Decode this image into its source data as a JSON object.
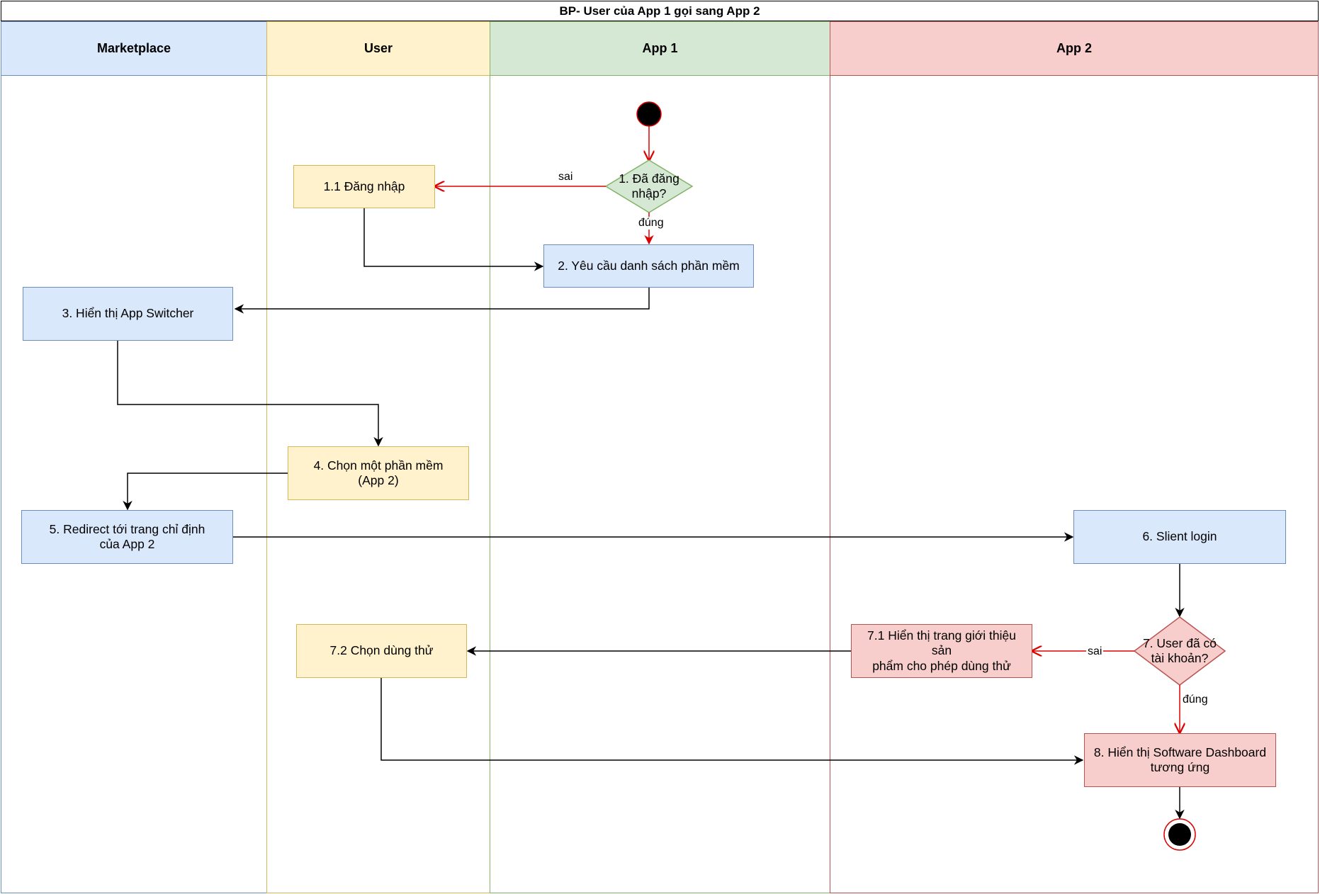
{
  "title": "BP- User của App 1 gọi sang App 2",
  "lanes": {
    "marketplace": {
      "label": "Marketplace",
      "color": "#dae8fc",
      "border": "#6c8ebf"
    },
    "user": {
      "label": "User",
      "color": "#fff2cc",
      "border": "#d6b656"
    },
    "app1": {
      "label": "App 1",
      "color": "#d5e8d4",
      "border": "#82b366"
    },
    "app2": {
      "label": "App 2",
      "color": "#f8cecc",
      "border": "#b85450"
    }
  },
  "nodes": {
    "n1": "1. Đã đăng\nnhập?",
    "n1_1": "1.1 Đăng nhập",
    "n2": "2. Yêu cầu danh sách phần mềm",
    "n3": "3. Hiển thị App Switcher",
    "n4": "4. Chọn một phần mềm\n(App 2)",
    "n5": "5. Redirect tới trang chỉ định\ncủa App 2",
    "n6": "6. Slient login",
    "n7": "7. User đã có\ntài khoản?",
    "n7_1": "7.1 Hiển thị trang giới thiệu sản\nphẩm cho phép dùng thử",
    "n7_2": "7.2 Chọn dùng thử",
    "n8": "8. Hiển thị Software Dashboard\ntương ứng"
  },
  "edge_labels": {
    "e1_false": "sai",
    "e1_true": "đúng",
    "e7_false": "sai",
    "e7_true": "đúng"
  },
  "colors": {
    "flow": "#000000",
    "decision_flow": "#dd0000",
    "decision_green_fill": "#d5e8d4",
    "decision_green_border": "#82b366",
    "decision_red_fill": "#f8cecc",
    "decision_red_border": "#b85450"
  }
}
